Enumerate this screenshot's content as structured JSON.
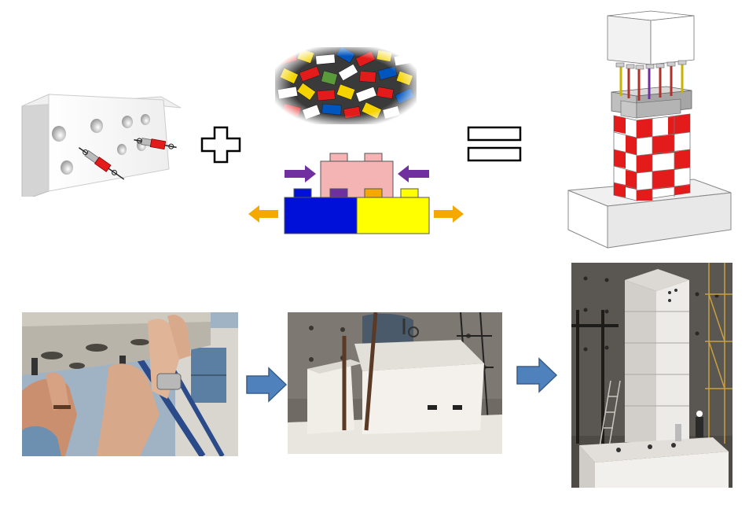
{
  "colors": {
    "lego_red": "#e31b1b",
    "lego_blue": "#0010d8",
    "lego_yellow": "#ffff00",
    "lego_pink": "#f4b4b4",
    "arrow_purple": "#7030a0",
    "arrow_orange": "#f5a800",
    "flow_arrow_blue": "#4f81bd",
    "concrete_white": "#f4f4f4",
    "concrete_grey": "#a6a6a6"
  },
  "icons": {
    "block": "concrete-block-with-holes-icon",
    "plus": "plus-sign-icon",
    "equals": "equals-sign-icon",
    "bricks": "lego-bricks-photo",
    "interlock": "interlocking-bricks-diagram",
    "column": "stacked-block-column-icon",
    "photo1": "hands-inserting-connectors-photo",
    "photo2": "blocks-on-foundation-photo",
    "photo3": "completed-column-photo"
  }
}
